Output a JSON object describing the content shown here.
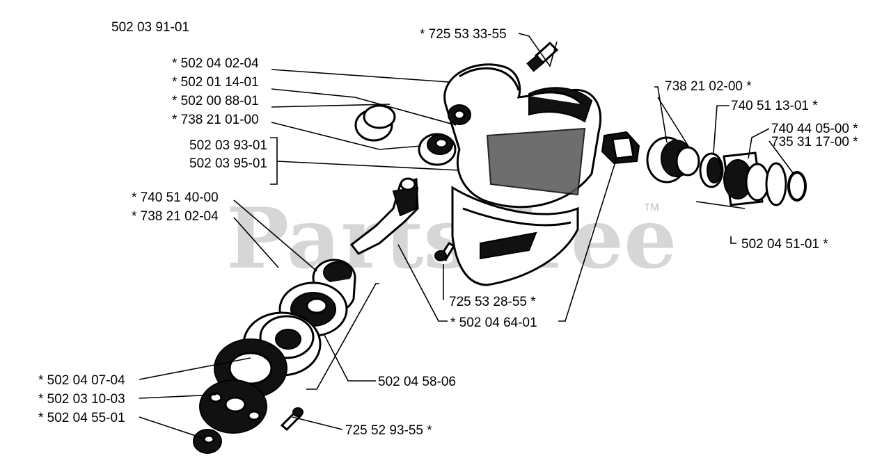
{
  "diagram": {
    "title": "502 03 91-01",
    "watermark": "PartsTree",
    "watermark_tm": "TM",
    "labels": {
      "l_725_53_33_55": "*  725 53 33-55",
      "l_502_04_02_04": "*  502 04 02-04",
      "l_502_01_14_01": "*  502 01 14-01",
      "l_502_00_88_01": "*  502 00 88-01",
      "l_738_21_01_00": "*  738 21 01-00",
      "l_502_03_93_01": "502 03 93-01",
      "l_502_03_95_01": "502 03 95-01",
      "l_740_51_40_00": "*  740 51 40-00",
      "l_738_21_02_04": "*  738 21 02-04",
      "l_738_21_02_00": "738 21 02-00  *",
      "l_740_51_13_01": "740 51 13-01  *",
      "l_740_44_05_00": "740 44 05-00  *",
      "l_735_31_17_00": "735 31 17-00  *",
      "l_502_04_51_01": "502 04 51-01  *",
      "l_725_53_28_55": "725 53 28-55  *",
      "l_502_04_64_01": "*  502 04 64-01",
      "l_502_04_58_06": "502 04 58-06",
      "l_502_04_07_04": "*  502 04 07-04",
      "l_502_03_10_03": "*  502 03 10-03",
      "l_502_04_55_01": "*  502 04 55-01",
      "l_725_52_93_55": "725 52 93-55  *"
    }
  }
}
